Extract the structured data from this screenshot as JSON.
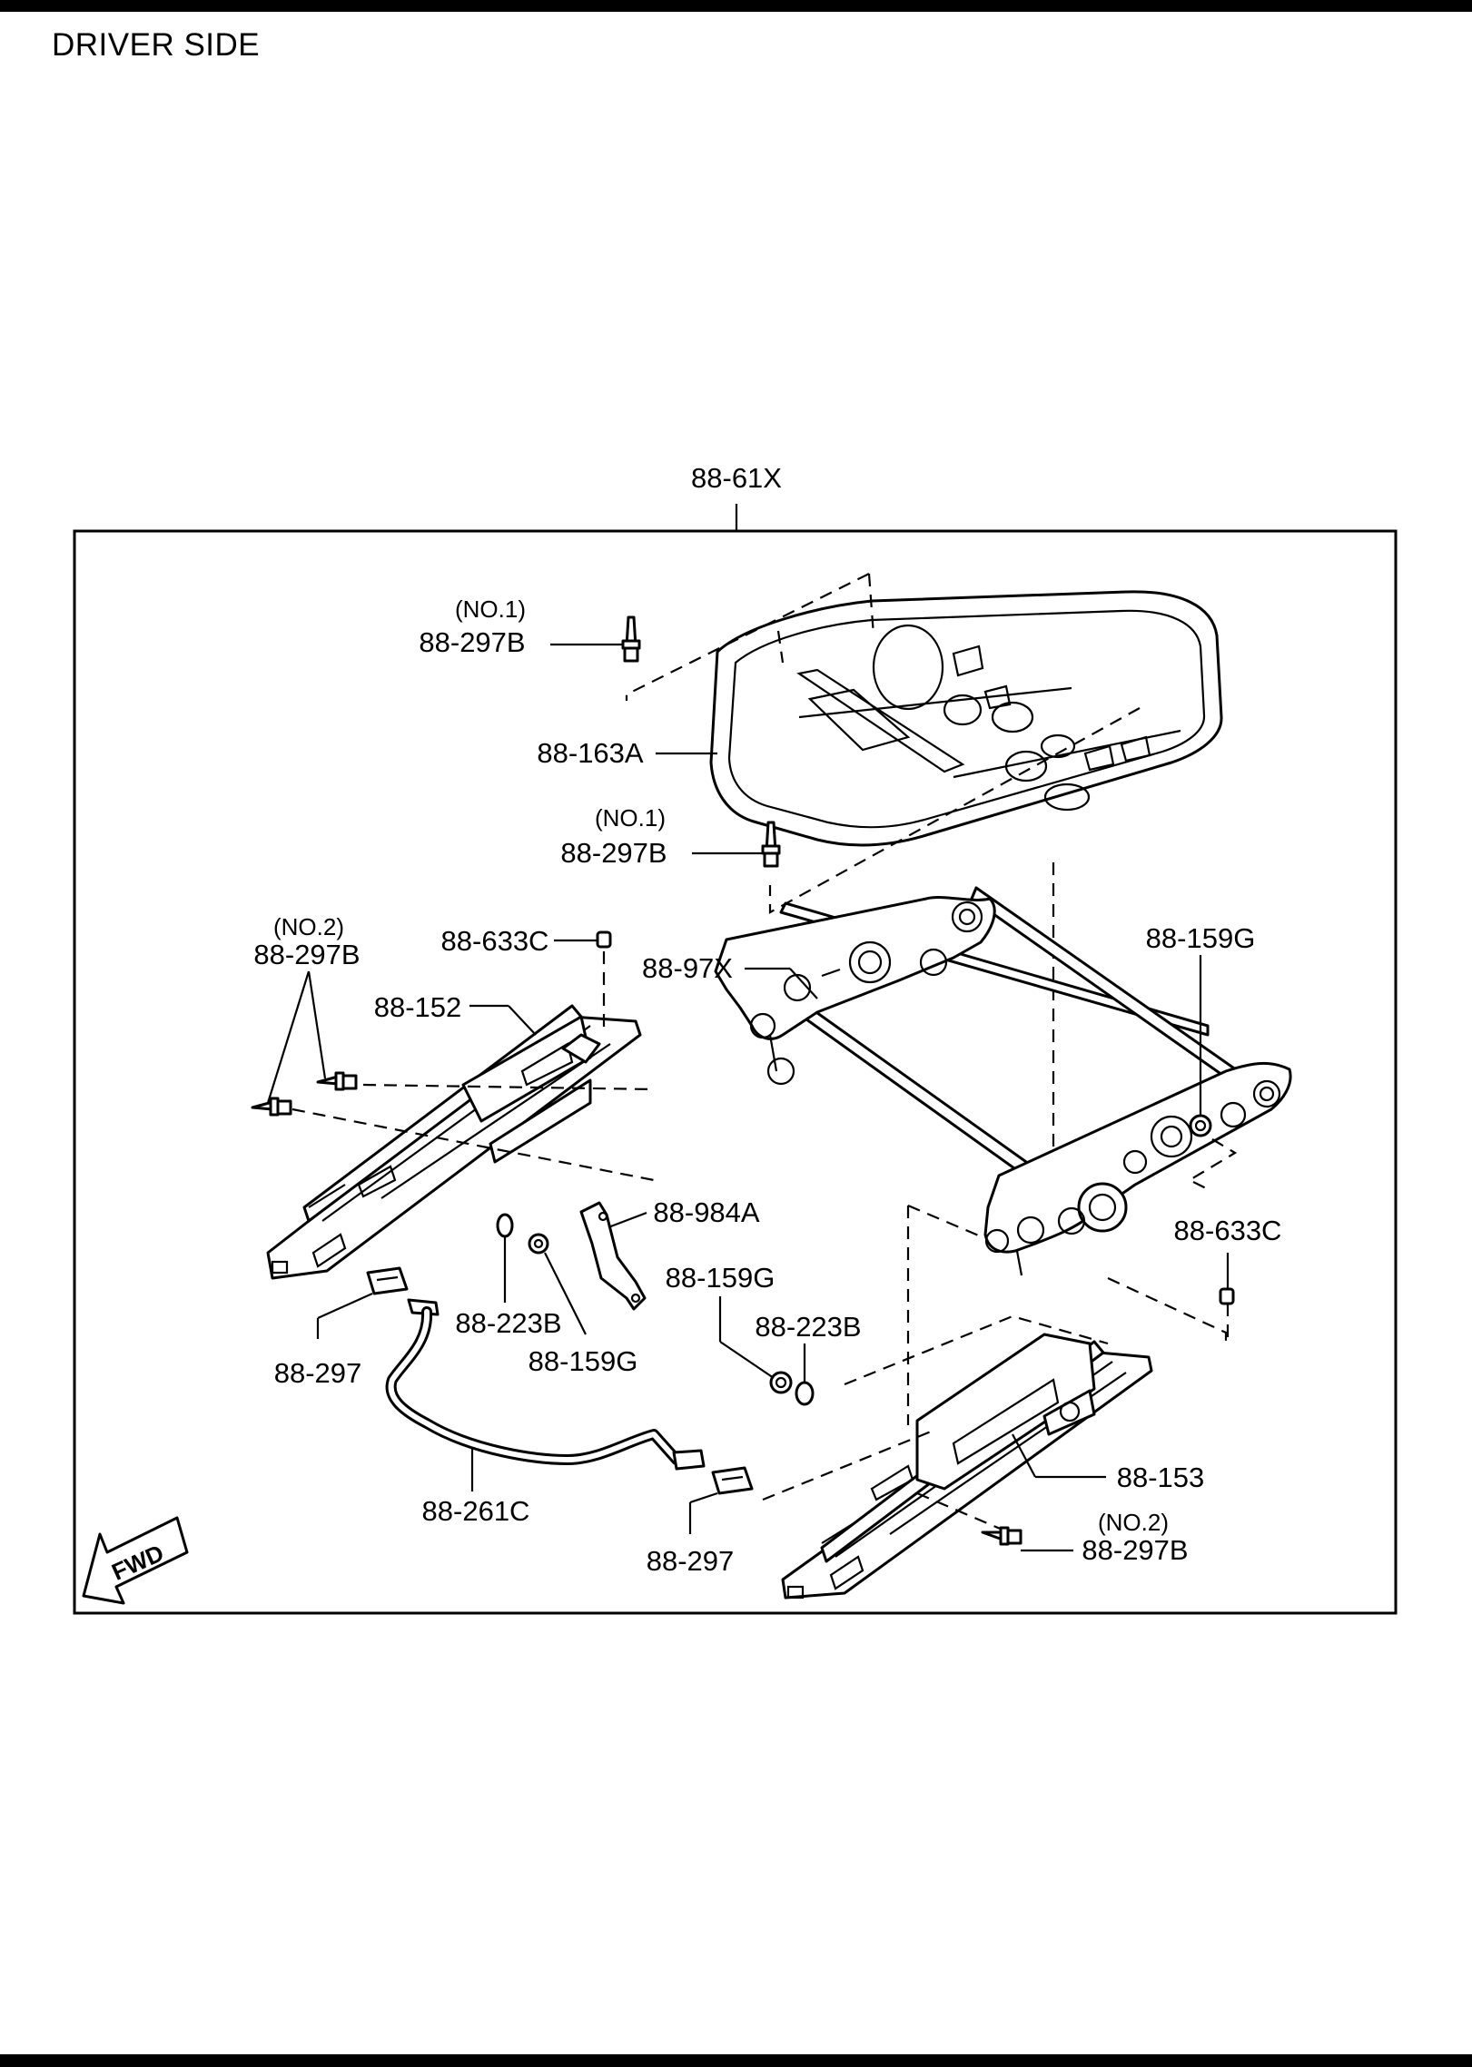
{
  "header": {
    "title": "DRIVER SIDE"
  },
  "diagram": {
    "assembly_label": "88-61X",
    "fwd_label": "FWD",
    "callouts": {
      "c1_note": "(NO.1)",
      "c1": "88-297B",
      "c2": "88-163A",
      "c3_note": "(NO.1)",
      "c3": "88-297B",
      "c4_note": "(NO.2)",
      "c4": "88-297B",
      "c5": "88-633C",
      "c6": "88-97X",
      "c7": "88-159G",
      "c8": "88-152",
      "c9": "88-984A",
      "c10": "88-633C",
      "c11": "88-223B",
      "c12": "88-159G",
      "c13": "88-159G",
      "c14": "88-223B",
      "c15": "88-297",
      "c16": "88-261C",
      "c17": "88-153",
      "c18_note": "(NO.2)",
      "c18": "88-297B",
      "c19": "88-297"
    }
  }
}
